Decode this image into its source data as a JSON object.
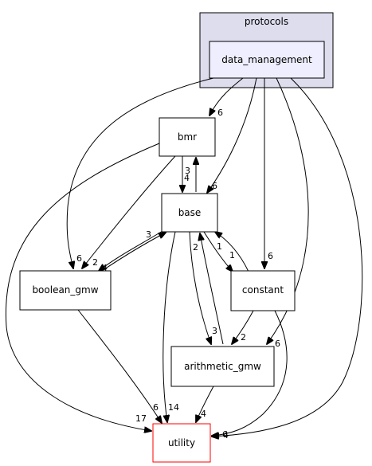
{
  "cluster": {
    "label": "protocols",
    "fill": "#ddddee",
    "stroke": "#000000"
  },
  "nodes": {
    "data_management": {
      "label": "data_management",
      "fill": "#eeeeff",
      "stroke": "#000000"
    },
    "bmr": {
      "label": "bmr"
    },
    "base": {
      "label": "base"
    },
    "boolean_gmw": {
      "label": "boolean_gmw"
    },
    "constant": {
      "label": "constant"
    },
    "arithmetic_gmw": {
      "label": "arithmetic_gmw"
    },
    "utility": {
      "label": "utility",
      "stroke": "#ff0000"
    }
  },
  "edges": {
    "dm_bmr": "6",
    "dm_base": "6",
    "dm_boolean": "6",
    "dm_constant": "6",
    "dm_arith": "6",
    "dm_utility": "4",
    "bmr_base": "4",
    "base_bmr": "3",
    "bmr_boolean": "2",
    "bmr_utility": "17",
    "base_boolean": "4",
    "boolean_base": "3",
    "base_constant": "1",
    "constant_base": "1",
    "base_arith": "3",
    "arith_base": "2",
    "base_utility": "14",
    "constant_arith": "2",
    "constant_utility": "6",
    "boolean_utility": "6",
    "arith_utility": "4"
  }
}
